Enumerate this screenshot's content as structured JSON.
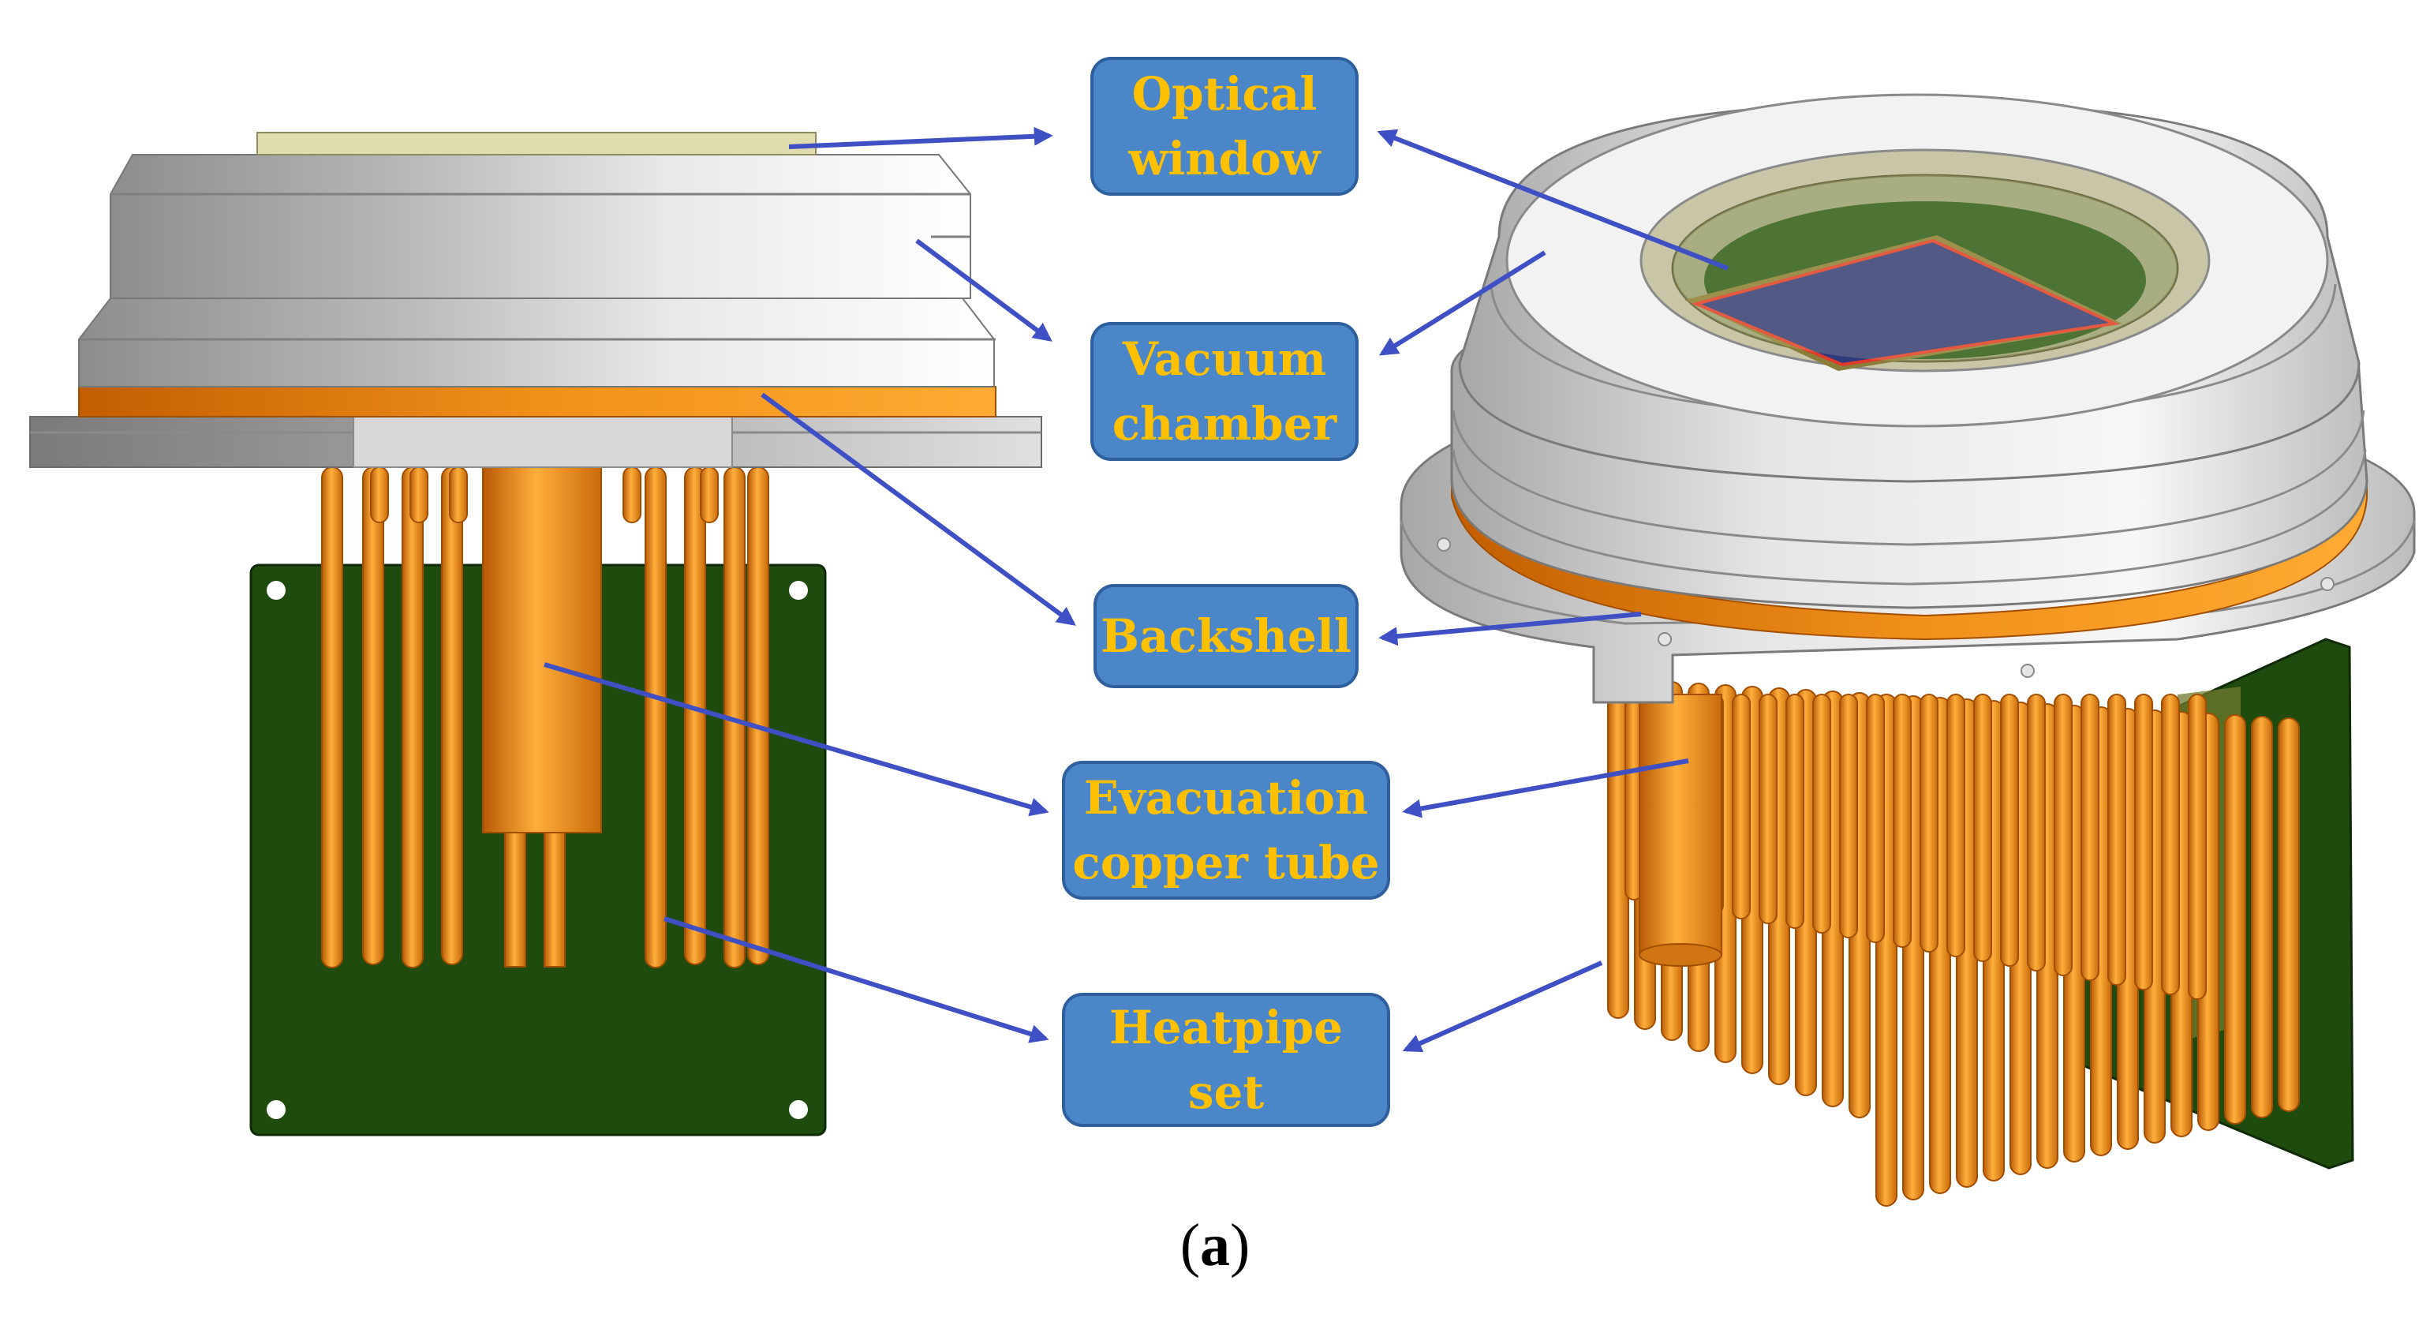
{
  "labels": {
    "optical_window": "Optical\nwindow",
    "vacuum_chamber": "Vacuum\nchamber",
    "backshell": "Backshell",
    "evacuation_tube": "Evacuation\ncopper tube",
    "heatpipe_set": "Heatpipe set"
  },
  "caption": {
    "open": "(",
    "letter": "a",
    "close": ")"
  },
  "colors": {
    "callout_fill": "#4a86c8",
    "callout_text": "#ffc000",
    "arrow": "#3f4fc4",
    "copper": "#f39a1e",
    "pcb": "#1f4b0f",
    "housing": "#c9c9c9"
  }
}
